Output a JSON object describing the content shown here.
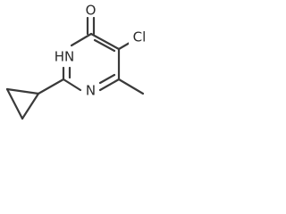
{
  "atoms": {
    "oxygen": "O",
    "chlorine": "Cl",
    "nh": "HN",
    "nitrogen": "N"
  },
  "colors": {
    "bond": "#3a3a3a",
    "label": "#2a2a2a",
    "background": "#ffffff"
  }
}
